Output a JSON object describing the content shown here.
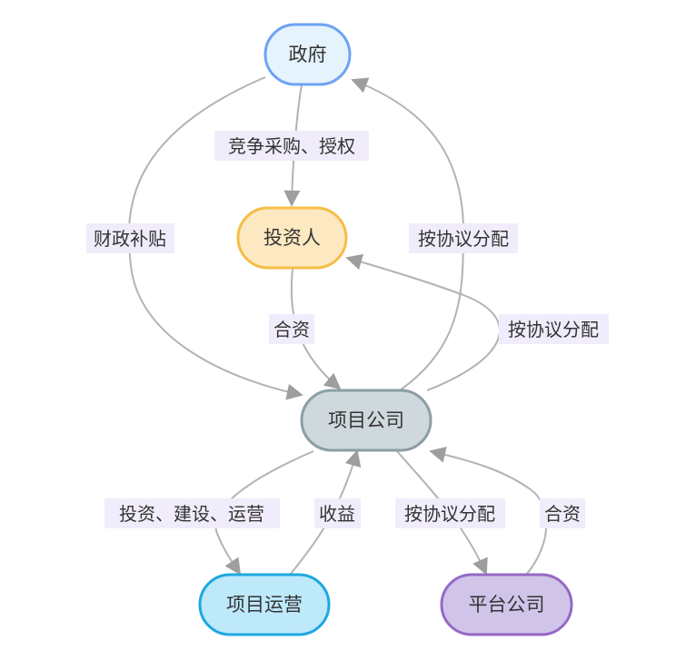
{
  "nodes": {
    "government": {
      "label": "政府",
      "fill": "#e5f3fd",
      "stroke": "#6ea2f5"
    },
    "investor": {
      "label": "投资人",
      "fill": "#fde9c1",
      "stroke": "#f5be45"
    },
    "project_company": {
      "label": "项目公司",
      "fill": "#cfd8dc",
      "stroke": "#8b9ea6"
    },
    "project_ops": {
      "label": "项目运营",
      "fill": "#bde9fb",
      "stroke": "#1ea7e1"
    },
    "platform_company": {
      "label": "平台公司",
      "fill": "#d1c4e9",
      "stroke": "#9569c7"
    }
  },
  "edges": {
    "procure": "竞争采购、授权",
    "subsidy": "财政补贴",
    "distribute_gov": "按协议分配",
    "jv_investor": "合资",
    "distribute_investor": "按协议分配",
    "build": "投资、建设、运营",
    "revenue": "收益",
    "distribute_platform": "按协议分配",
    "jv_platform": "合资"
  },
  "colors": {
    "edge": "#b3b3b3",
    "edge_label_bg": "#f1ecfb",
    "text": "#333333"
  }
}
